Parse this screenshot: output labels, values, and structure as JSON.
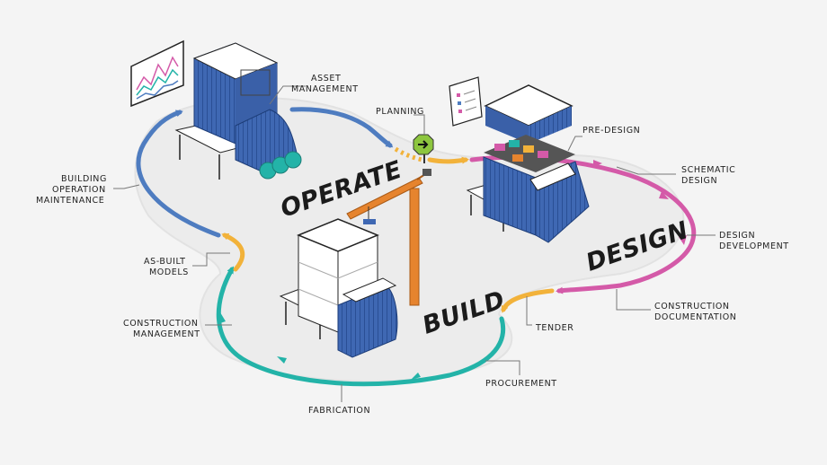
{
  "colors": {
    "background": "#f4f4f4",
    "operate": "#4e7cc0",
    "design": "#d45aa8",
    "build": "#23b3a8",
    "transition": "#f2b23a",
    "building_blue": "#3f68b3"
  },
  "phases": {
    "operate": "OPERATE",
    "design": "DESIGN",
    "build": "BUILD"
  },
  "labels": {
    "asset_management": [
      "ASSET",
      "MANAGEMENT"
    ],
    "planning": "PLANNING",
    "pre_design": "PRE-DESIGN",
    "schematic_design": [
      "SCHEMATIC",
      "DESIGN"
    ],
    "design_development": [
      "DESIGN",
      "DEVELOPMENT"
    ],
    "construction_documentation": [
      "CONSTRUCTION",
      "DOCUMENTATION"
    ],
    "tender": "TENDER",
    "procurement": "PROCUREMENT",
    "fabrication": "FABRICATION",
    "construction_management": [
      "CONSTRUCTION",
      "MANAGEMENT"
    ],
    "as_built_models": [
      "AS-BUILT",
      "MODELS"
    ],
    "building_operation_maintenance": [
      "BUILDING",
      "OPERATION",
      "MAINTENANCE"
    ]
  },
  "icons": {
    "planning_sign": "arrow-right-octagon-icon",
    "dashboard": "chart-monitor-icon",
    "checklist": "checklist-icon",
    "crane": "tower-crane-icon"
  }
}
